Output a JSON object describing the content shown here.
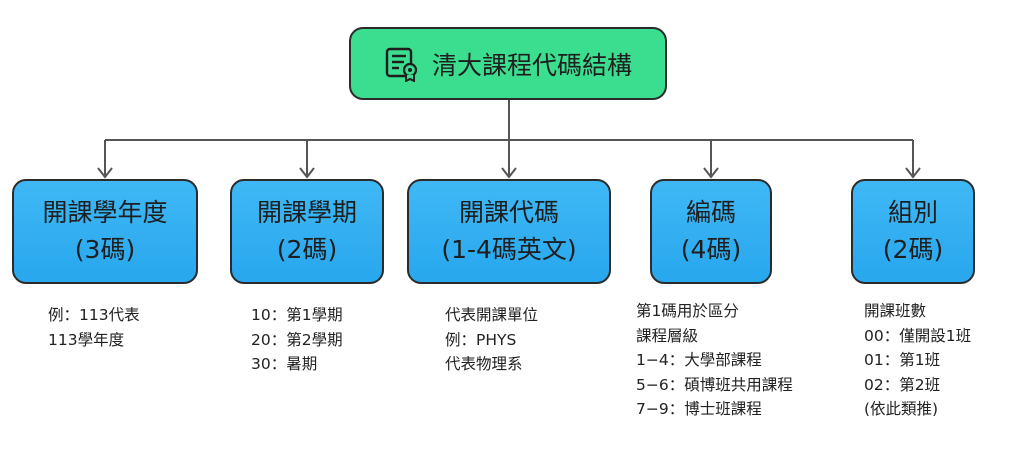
{
  "root": {
    "icon": "certificate-document-icon",
    "title": "清大課程代碼結構"
  },
  "nodes": [
    {
      "line1": "開課學年度",
      "line2": "(3碼)",
      "desc": [
        "例：113代表",
        "113學年度"
      ]
    },
    {
      "line1": "開課學期",
      "line2": "(2碼)",
      "desc": [
        "10：第1學期",
        "20：第2學期",
        "30：暑期"
      ]
    },
    {
      "line1": "開課代碼",
      "line2": "(1-4碼英文)",
      "desc": [
        "代表開課單位",
        "例：PHYS",
        "代表物理系"
      ]
    },
    {
      "line1": "編碼",
      "line2": "(4碼)",
      "desc": [
        "第1碼用於區分",
        "課程層級",
        "1−4：大學部課程",
        "5−6：碩博班共用課程",
        "7−9：博士班課程"
      ]
    },
    {
      "line1": "組別",
      "line2": "(2碼)",
      "desc": [
        "開課班數",
        "00：僅開設1班",
        "01：第1班",
        "02：第2班",
        "(依此類推)"
      ]
    }
  ],
  "colors": {
    "root_fill": "#3bdd8f",
    "node_fill": "#2eaaef",
    "stroke": "#2b2b2b",
    "line": "#555555"
  }
}
